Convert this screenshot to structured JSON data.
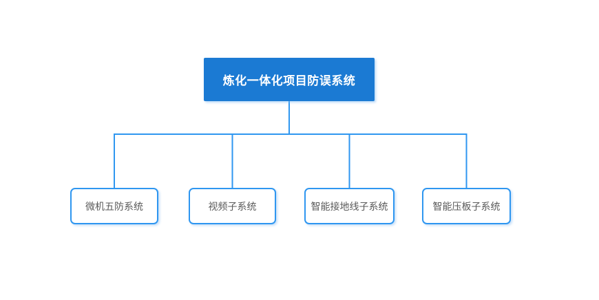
{
  "diagram": {
    "root": {
      "label": "炼化一体化项目防误系统"
    },
    "children": [
      {
        "label": "微机五防系统"
      },
      {
        "label": "视频子系统"
      },
      {
        "label": "智能接地线子系统"
      },
      {
        "label": "智能压板子系统"
      }
    ]
  },
  "colors": {
    "root_fill": "#1b7ad3",
    "root_text": "#ffffff",
    "connector": "#2e96f0",
    "child_border": "#2e96f0",
    "child_text": "#595959",
    "background": "#ffffff"
  }
}
